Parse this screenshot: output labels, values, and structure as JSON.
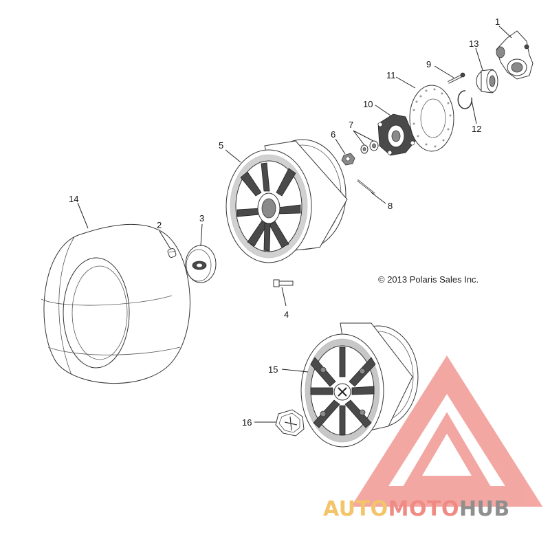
{
  "diagram": {
    "copyright": "© 2013 Polaris Sales Inc.",
    "callouts": {
      "p1": "1",
      "p2": "2",
      "p3": "3",
      "p4": "4",
      "p5": "5",
      "p6": "6",
      "p7": "7",
      "p8": "8",
      "p9": "9",
      "p10": "10",
      "p11": "11",
      "p12": "12",
      "p13": "13",
      "p14": "14",
      "p15": "15",
      "p16": "16"
    }
  },
  "watermark": {
    "part1": "AUTO",
    "part2": "MOTO",
    "part3": "HUB",
    "colors": {
      "auto": "#f3c46a",
      "moto": "#ef8a84",
      "hub": "#8f8f8f",
      "triangle": "#f08a84"
    }
  }
}
